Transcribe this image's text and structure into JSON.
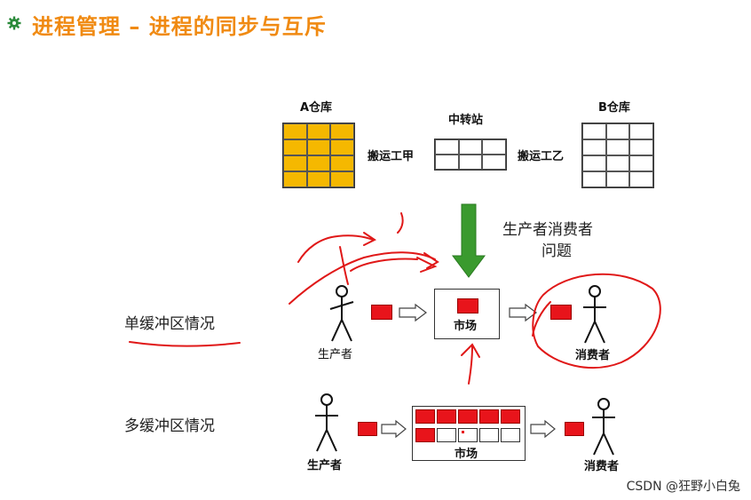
{
  "title": "进程管理 – 进程的同步与互斥",
  "warehouse_a": "A仓库",
  "transfer_station": "中转站",
  "warehouse_b": "B仓库",
  "porter_a": "搬运工甲",
  "porter_b": "搬运工乙",
  "problem": {
    "line1": "生产者消费者",
    "line2": "问题"
  },
  "single_buffer": {
    "label": "单缓冲区情况",
    "producer": "生产者",
    "market": "市场",
    "consumer": "消费者"
  },
  "multi_buffer": {
    "label": "多缓冲区情况",
    "producer": "生产者",
    "market": "市场",
    "consumer": "消费者",
    "filled_slots": 6,
    "total_slots": 10
  },
  "watermark": "CSDN @狂野小白兔",
  "colors": {
    "title": "#f08a12",
    "cell_fill": "#f5b800",
    "item": "#e8141b",
    "arrow_green": "#3a9a2e",
    "annotation": "#e01818"
  }
}
